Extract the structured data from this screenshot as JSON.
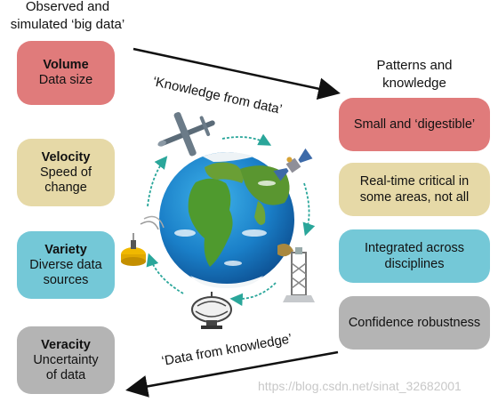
{
  "header_left": {
    "line1": "Observed and",
    "line2": "simulated ‘big data’"
  },
  "header_right": {
    "line1": "Patterns and",
    "line2": "knowledge"
  },
  "arrow_top_label": "‘Knowledge from data’",
  "arrow_bottom_label": "‘Data from knowledge’",
  "left_boxes": [
    {
      "title": "Volume",
      "line1": "Data size",
      "line2": "",
      "color": "#e07b7b"
    },
    {
      "title": "Velocity",
      "line1": "Speed of",
      "line2": "change",
      "color": "#e6d9a7"
    },
    {
      "title": "Variety",
      "line1": "Diverse data",
      "line2": "sources",
      "color": "#74c8d7"
    },
    {
      "title": "Veracity",
      "line1": "Uncertainty",
      "line2": "of data",
      "color": "#b4b4b4"
    }
  ],
  "right_boxes": [
    {
      "text": "Small and ‘digestible’",
      "color": "#e07b7b"
    },
    {
      "text": "Real-time critical in some areas, not all",
      "color": "#e6d9a7"
    },
    {
      "text": "Integrated across disciplines",
      "color": "#74c8d7"
    },
    {
      "text": "Confidence robustness",
      "color": "#b4b4b4"
    }
  ],
  "watermark": "https://blog.csdn.net/sinat_32682001",
  "icons": [
    "drone-icon",
    "satellite-icon",
    "buoy-icon",
    "radar-icon",
    "weather-tower-icon",
    "earth-globe"
  ]
}
